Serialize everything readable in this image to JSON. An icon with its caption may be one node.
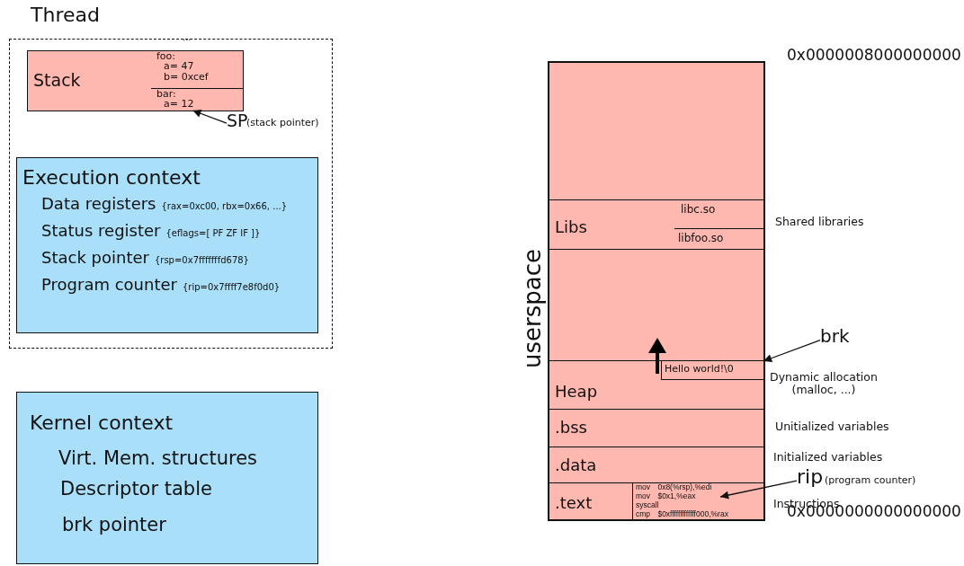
{
  "diagram": {
    "nodes": [
      {
        "text": [
          "Thread"
        ]
      },
      {
        "text": [
          "Stack"
        ],
        "in": 0
      },
      {
        "text": [
          "foo:",
          "a= 47",
          "b= 0xcef"
        ],
        "in": 1
      },
      {
        "text": [
          "bar:",
          "a= 12"
        ],
        "in": 1
      },
      {
        "text": [
          "SP",
          "(stack pointer)"
        ],
        "in": 0
      },
      {
        "text": [
          "Execution context",
          "Data registers",
          "{rax=0xc00, rbx=0x66, ...}",
          "Status register",
          "{eflags=[ PF ZF IF ]}",
          "Stack pointer",
          "{rsp=0x7fffffffd678}",
          "Program counter",
          "{rip=0x7ffff7e8f0d0}"
        ],
        "in": 0
      },
      {
        "text": [
          "Kernel context",
          "Virt. Mem. structures",
          "Descriptor table",
          "brk pointer"
        ]
      },
      {
        "text": [],
        "shape": "box"
      },
      {
        "text": [
          "Libs",
          "libc.so",
          "libfoo.so"
        ],
        "in": 7,
        "beside": [
          "Shared libraries"
        ]
      },
      {
        "text": [
          "Heap"
        ],
        "in": 7,
        "beside": [
          "Dynamic allocation (malloc, ...)"
        ]
      },
      {
        "text": [
          "Hello world!\\0"
        ],
        "in": 9
      },
      {
        "text": [
          "brk"
        ]
      },
      {
        "text": [
          ".bss"
        ],
        "in": 7,
        "beside": [
          "Unitialized variables"
        ]
      },
      {
        "text": [
          ".data"
        ],
        "in": 7,
        "beside": [
          "Initialized variables"
        ]
      },
      {
        "text": [
          ".text"
        ],
        "in": 7,
        "beside": [
          "Instructions"
        ]
      },
      {
        "text": [],
        "shape": "box",
        "in": 14
      },
      {
        "text": [
          "mov 0x8(%rsp),%edi"
        ],
        "in": 15
      },
      {
        "text": [
          "mov $0x1,%eax"
        ],
        "in": 15
      },
      {
        "text": [
          "syscall"
        ],
        "in": 15
      },
      {
        "text": [
          "cmp $0xfffffffffffff000,%rax"
        ],
        "in": 15
      },
      {
        "text": [
          "rip",
          "(program counter)"
        ]
      }
    ],
    "edges": [
      {
        "from": 4,
        "to": 3,
        "arrow": "to"
      },
      {
        "from": 11,
        "to": 10,
        "arrow": "to"
      },
      {
        "from": 20,
        "to": 17,
        "arrow": "to"
      }
    ],
    "labels": [
      "...",
      "userspace",
      "0x0000008000000000",
      "0x0000000000000000"
    ]
  }
}
